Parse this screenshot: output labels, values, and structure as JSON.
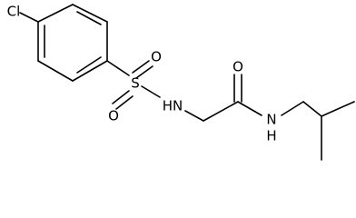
{
  "molecule": {
    "atoms": {
      "cl": "Cl",
      "s": "S",
      "o_top": "O",
      "o_bottom": "O",
      "nh_sulfonamide": "HN",
      "o_carbonyl": "O",
      "nh_amide": "N\nH"
    },
    "labels": {
      "n_amide": "N",
      "h_amide": "H"
    }
  }
}
